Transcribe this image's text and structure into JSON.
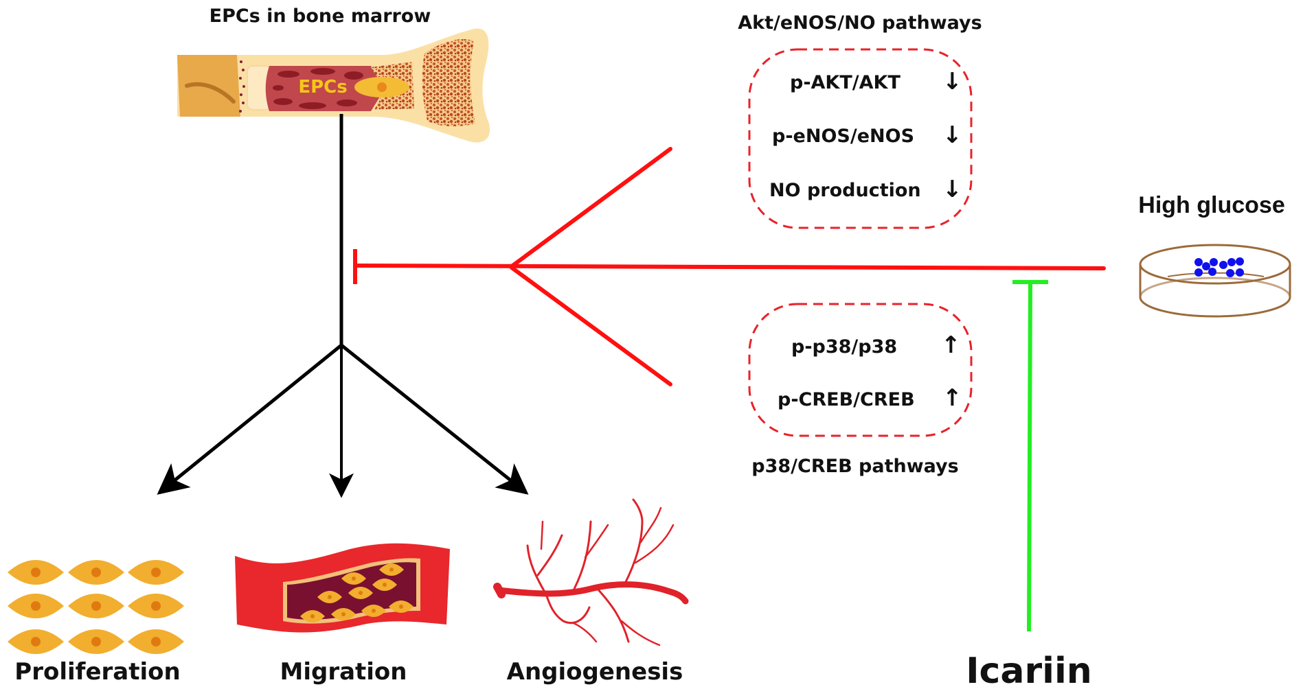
{
  "title": "Icariin protects EPCs from high-glucose induced dysfunction",
  "colors": {
    "inhibition_red": "#ff1010",
    "icariin_green": "#22ee22",
    "flow_black": "#000000",
    "box_dash_red": "#e8222a",
    "cell_yellow": "#f2ae2e",
    "nucleus_orange": "#e07a10",
    "vessel_red": "#e8282c",
    "dish_brown": "#9b6b3a",
    "glucose_blue": "#1010ee"
  },
  "source": {
    "label": "EPCs in bone marrow",
    "cell_label": "EPCs"
  },
  "stimulus": {
    "label": "High glucose"
  },
  "treatment": {
    "label": "Icariin"
  },
  "pathways": [
    {
      "name": "Akt/eNOS/NO pathways",
      "items": [
        {
          "label": "p-AKT/AKT",
          "direction": "down",
          "symbol": "↓"
        },
        {
          "label": "p-eNOS/eNOS",
          "direction": "down",
          "symbol": "↓"
        },
        {
          "label": "NO production",
          "direction": "down",
          "symbol": "↓"
        }
      ]
    },
    {
      "name": "p38/CREB pathways",
      "items": [
        {
          "label": "p-p38/p38",
          "direction": "up",
          "symbol": "↑"
        },
        {
          "label": "p-CREB/CREB",
          "direction": "up",
          "symbol": "↑"
        }
      ]
    }
  ],
  "outcomes": [
    {
      "label": "Proliferation"
    },
    {
      "label": "Migration"
    },
    {
      "label": "Angiogenesis"
    }
  ],
  "relations": [
    {
      "from": "High glucose",
      "to": "EPCs functions",
      "type": "inhibits"
    },
    {
      "from": "High glucose",
      "to": "Akt/eNOS/NO pathways",
      "type": "acts-on"
    },
    {
      "from": "High glucose",
      "to": "p38/CREB pathways",
      "type": "acts-on"
    },
    {
      "from": "Icariin",
      "to": "High glucose effect",
      "type": "inhibits"
    },
    {
      "from": "EPCs in bone marrow",
      "to": "Proliferation",
      "type": "leads-to"
    },
    {
      "from": "EPCs in bone marrow",
      "to": "Migration",
      "type": "leads-to"
    },
    {
      "from": "EPCs in bone marrow",
      "to": "Angiogenesis",
      "type": "leads-to"
    }
  ]
}
